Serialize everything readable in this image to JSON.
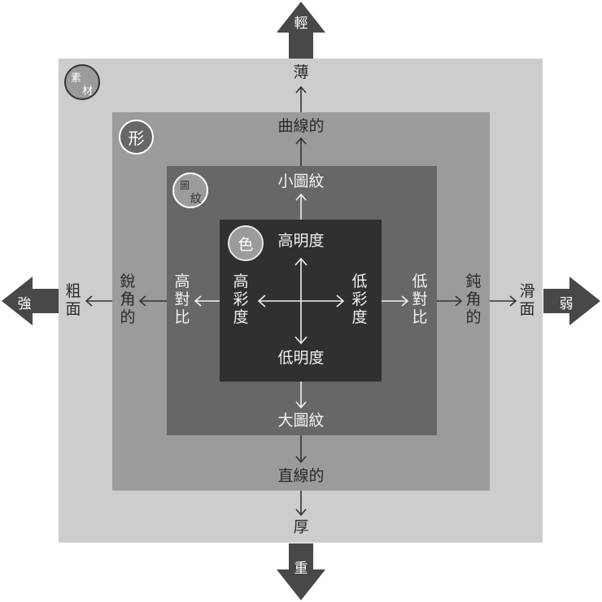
{
  "layers": [
    {
      "id": "material",
      "badge": [
        "素",
        "材"
      ],
      "color": "#cdcdcd"
    },
    {
      "id": "shape",
      "badge": [
        "形"
      ],
      "color": "#9b9b9b"
    },
    {
      "id": "pattern",
      "badge": [
        "圖",
        "紋"
      ],
      "color": "#666766"
    },
    {
      "id": "color",
      "badge": [
        "色"
      ],
      "color": "#2f3030"
    }
  ],
  "extremes": {
    "top": "輕",
    "bottom": "重",
    "left": "強",
    "right": "弱"
  },
  "labels": {
    "material": {
      "top": "薄",
      "bottom": "厚",
      "left": "粗面",
      "right": "滑面"
    },
    "shape": {
      "top": "曲線的",
      "bottom": "直線的",
      "left": "銳角的",
      "right": "鈍角的"
    },
    "pattern": {
      "top": "小圖紋",
      "bottom": "大圖紋",
      "left": "高對比",
      "right": "低對比"
    },
    "color": {
      "top": "高明度",
      "bottom": "低明度",
      "left": "高彩度",
      "right": "低彩度"
    }
  }
}
